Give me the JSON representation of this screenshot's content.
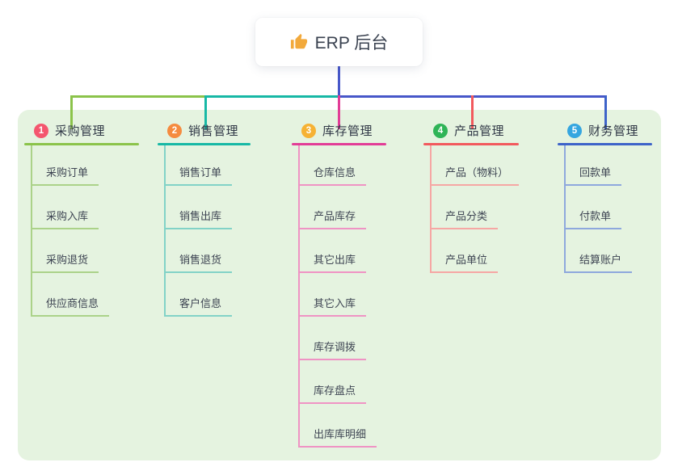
{
  "root_node": {
    "label": "ERP 后台",
    "icon": "thumbs-up"
  },
  "branches": [
    {
      "badge": "1",
      "label": "采购管理",
      "badge_color": "#f4566e",
      "line_color": "#8bc34a",
      "child_line_color": "#abd289",
      "children": [
        "采购订单",
        "采购入库",
        "采购退货",
        "供应商信息"
      ]
    },
    {
      "badge": "2",
      "label": "销售管理",
      "badge_color": "#f58b3f",
      "line_color": "#17b8a5",
      "child_line_color": "#82d2c7",
      "children": [
        "销售订单",
        "销售出库",
        "销售退货",
        "客户信息"
      ]
    },
    {
      "badge": "3",
      "label": "库存管理",
      "badge_color": "#e23c96",
      "line_color": "#e23c96",
      "child_line_color": "#ef93c4",
      "badge_fill": "#f6b234",
      "children": [
        "仓库信息",
        "产品库存",
        "其它出库",
        "其它入库",
        "库存调拨",
        "库存盘点",
        "出库库明细"
      ]
    },
    {
      "badge": "4",
      "label": "产品管理",
      "badge_color": "#2fb457",
      "line_color": "#f2595d",
      "child_line_color": "#f6a7a4",
      "children": [
        "产品（物料）",
        "产品分类",
        "产品单位"
      ]
    },
    {
      "badge": "5",
      "label": "财务管理",
      "badge_color": "#35a6e0",
      "line_color": "#3d63c9",
      "child_line_color": "#8ea8dd",
      "children": [
        "回款单",
        "付款单",
        "结算账户"
      ]
    }
  ],
  "colors": {
    "canvas_bg": "#ffffff",
    "panel_bg": "#e5f3e0",
    "connector_blue": "#4757c9",
    "thumb_yellow": "#f2a93b"
  }
}
